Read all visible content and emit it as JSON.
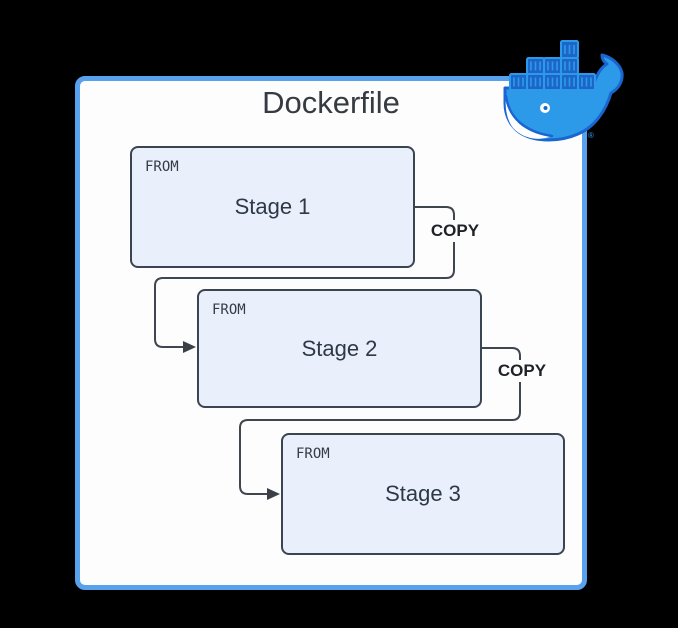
{
  "diagram": {
    "title": "Dockerfile",
    "logo_icon": "docker-whale-icon",
    "trademark": "®",
    "stages": [
      {
        "keyword": "FROM",
        "label": "Stage 1"
      },
      {
        "keyword": "FROM",
        "label": "Stage 2"
      },
      {
        "keyword": "FROM",
        "label": "Stage 3"
      }
    ],
    "connections": [
      {
        "label": "COPY",
        "from": "Stage 1",
        "to": "Stage 2"
      },
      {
        "label": "COPY",
        "from": "Stage 2",
        "to": "Stage 3"
      }
    ],
    "colors": {
      "page_background": "#000000",
      "container_border": "#57A1ED",
      "container_background": "#FDFDFE",
      "stage_fill": "#E9F0FB",
      "stage_border": "#3A4551",
      "connector_line": "#40464E",
      "title_text": "#363B42",
      "stage_text": "#2E3846",
      "from_text": "#343C46",
      "copy_text": "#1F2328",
      "logo_body_blue": "#2D9AE9",
      "logo_outline_blue": "#1A66D0",
      "logo_container_fill": "#1D66C9"
    }
  }
}
